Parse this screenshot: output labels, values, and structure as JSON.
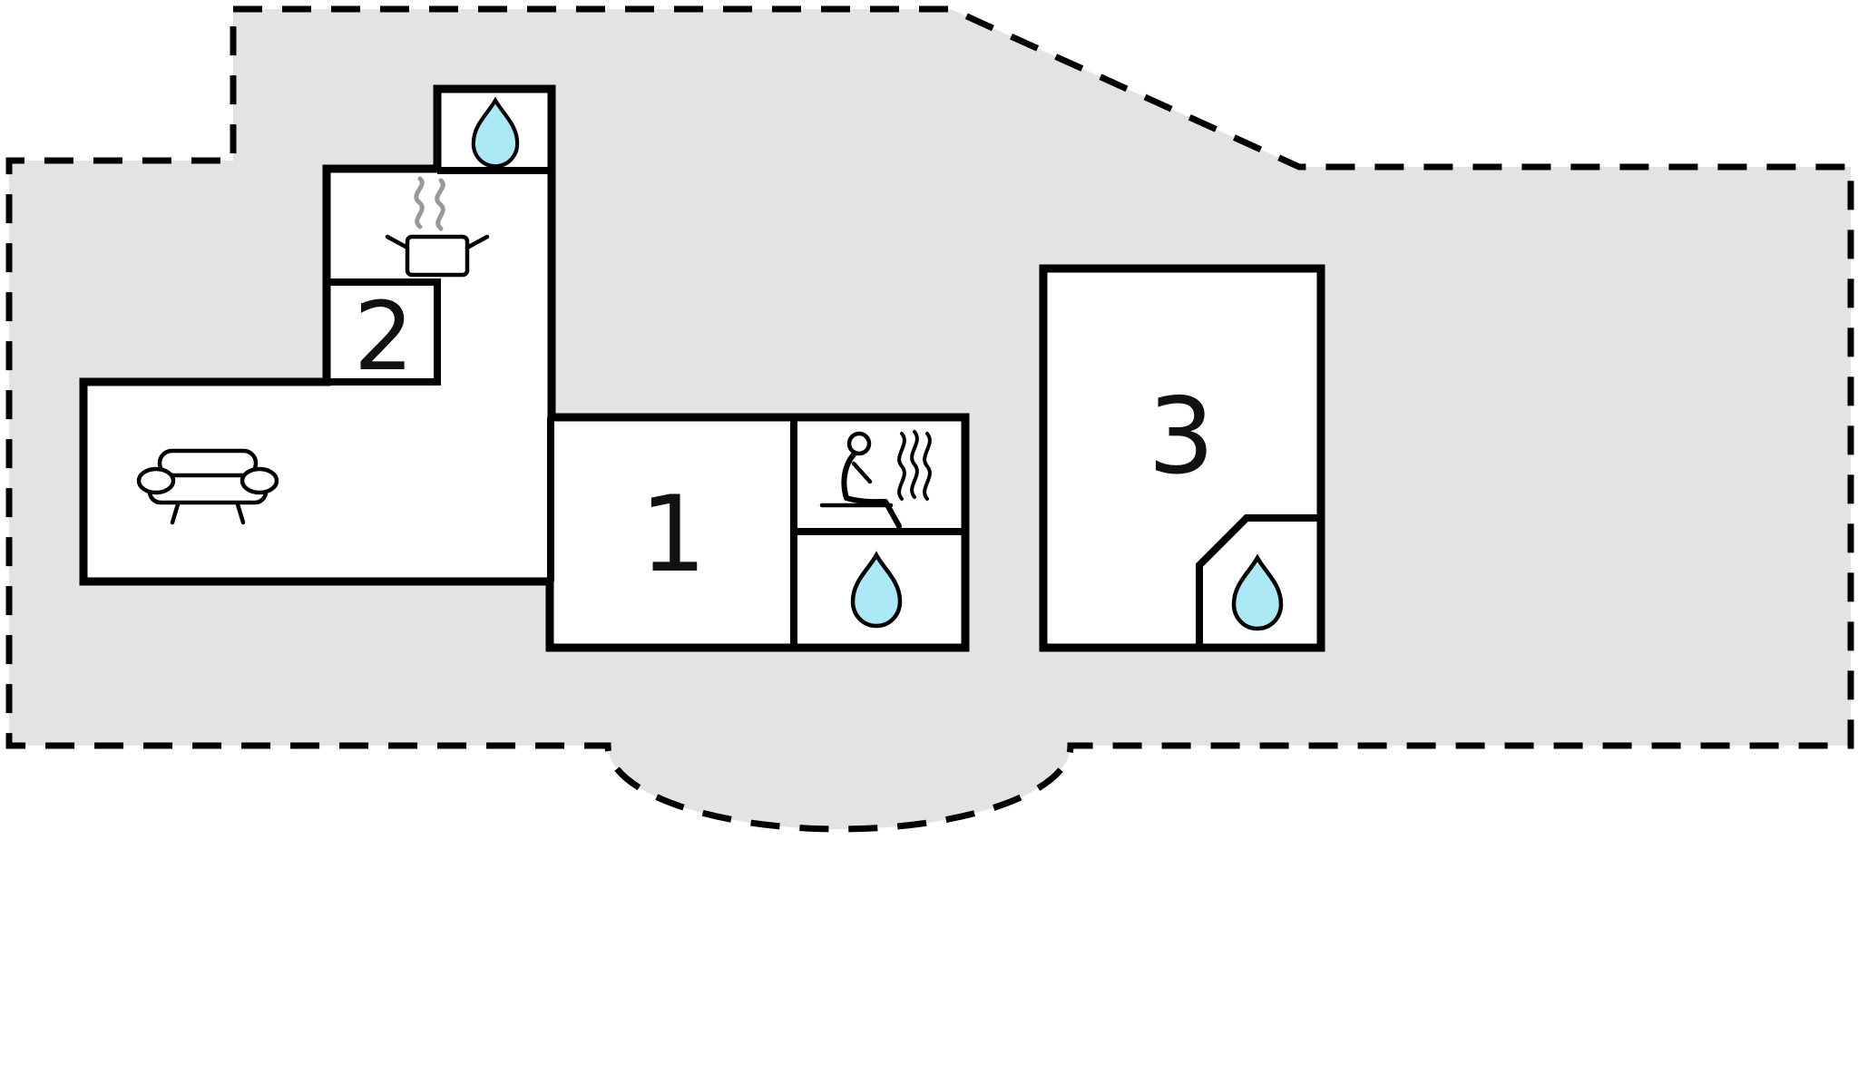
{
  "diagram": {
    "type": "floor-plan",
    "rooms": [
      {
        "id": "room-1",
        "label": "1"
      },
      {
        "id": "room-2",
        "label": "2"
      },
      {
        "id": "room-3",
        "label": "3"
      }
    ],
    "icons": [
      {
        "name": "water-drop-icon",
        "meaning": "bathroom / water point",
        "count": 3
      },
      {
        "name": "stove-icon",
        "meaning": "kitchen stove with steam"
      },
      {
        "name": "sofa-icon",
        "meaning": "living room sofa"
      },
      {
        "name": "sauna-icon",
        "meaning": "sauna (seated person with steam)"
      }
    ]
  },
  "colors": {
    "plot_fill": "#e3e3e3",
    "wall": "#000000",
    "room_fill": "#ffffff",
    "water_fill": "#ace9f6",
    "steam_gray": "#999999"
  }
}
